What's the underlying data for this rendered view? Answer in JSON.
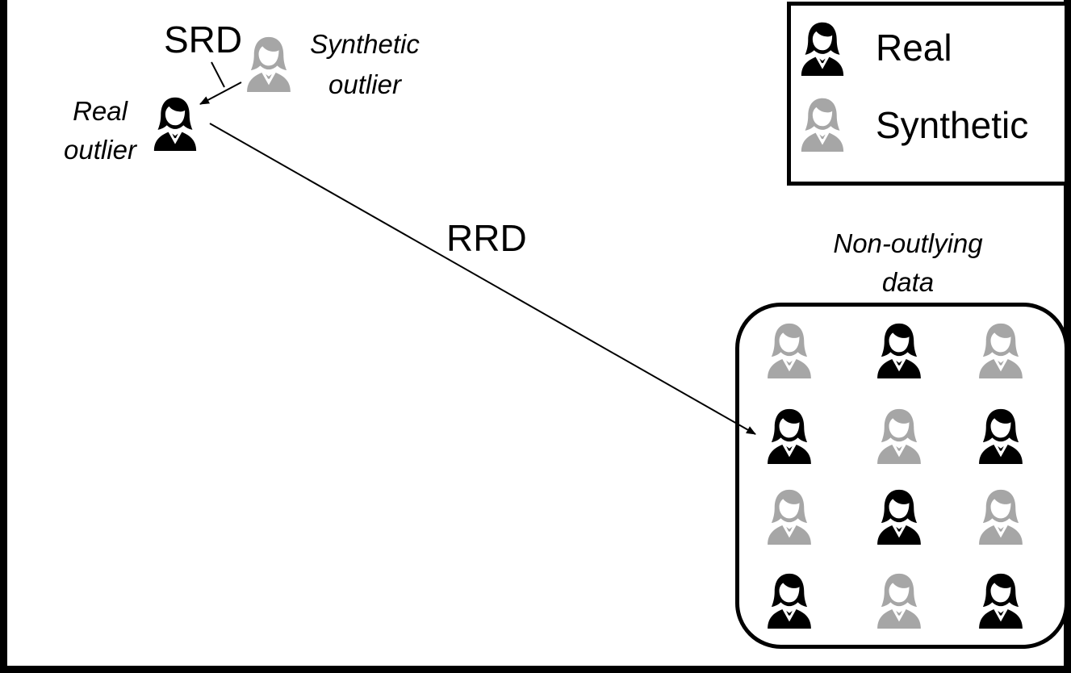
{
  "colors": {
    "real": "#000000",
    "synthetic": "#a6a6a6",
    "frame": "#000000",
    "background": "#ffffff"
  },
  "icon": "person-icon",
  "labels": {
    "srd": "SRD",
    "rrd": "RRD",
    "synthetic_outlier": [
      "Synthetic",
      "outlier"
    ],
    "real_outlier": [
      "Real",
      "outlier"
    ],
    "non_outlying": [
      "Non-outlying",
      "data"
    ]
  },
  "legend": {
    "items": [
      {
        "label": "Real",
        "kind": "real"
      },
      {
        "label": "Synthetic",
        "kind": "synthetic"
      }
    ]
  },
  "cluster": {
    "grid": [
      [
        "synthetic",
        "real",
        "synthetic"
      ],
      [
        "real",
        "synthetic",
        "real"
      ],
      [
        "synthetic",
        "real",
        "synthetic"
      ],
      [
        "real",
        "synthetic",
        "real"
      ]
    ]
  }
}
